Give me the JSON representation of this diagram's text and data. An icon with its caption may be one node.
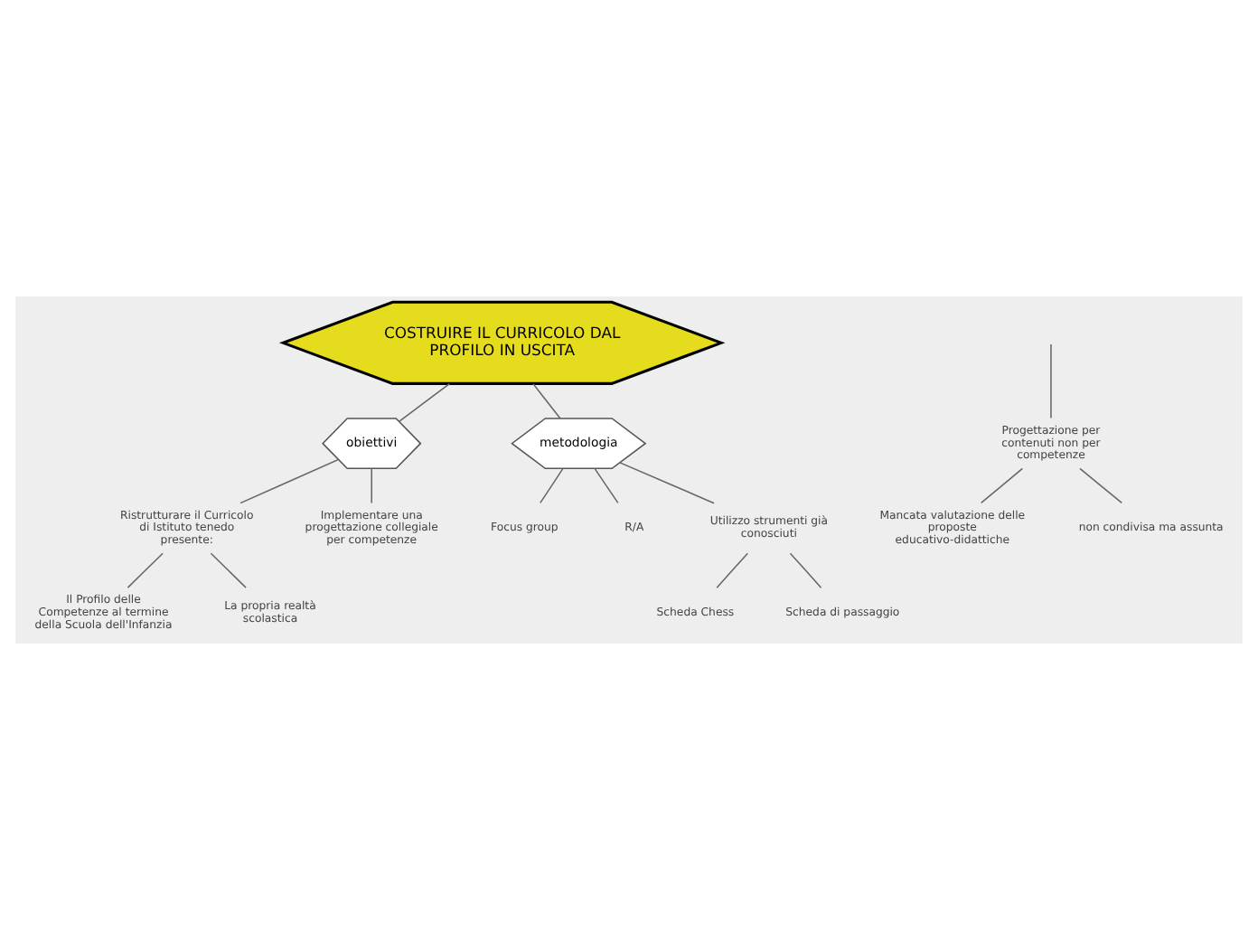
{
  "diagram": {
    "nodes": [
      {
        "text": [
          "COSTRUIRE IL CURRICOLO DAL PROFILO IN USCITA"
        ]
      },
      {
        "text": [
          "obiettivi"
        ]
      },
      {
        "text": [
          "metodologia"
        ]
      },
      {
        "text": [
          "Progettazione per contenuti non per competenze"
        ]
      },
      {
        "text": [
          "Mancata valutazione delle proposte educativo-didattiche"
        ]
      },
      {
        "text": [
          "non condivisa ma assunta"
        ]
      },
      {
        "text": [
          "Ristrutturare il Curricolo di Istituto tenedo presente:"
        ]
      },
      {
        "text": [
          "Il Profilo delle Competenze al termine della Scuola dell'Infanzia"
        ]
      },
      {
        "text": [
          "La propria realtà scolastica"
        ]
      },
      {
        "text": [
          "Implementare una progettazione collegiale per competenze"
        ]
      },
      {
        "text": [
          "Focus group"
        ]
      },
      {
        "text": [
          "R/A"
        ]
      },
      {
        "text": [
          "Utilizzo strumenti già conosciuti"
        ]
      },
      {
        "text": [
          "Scheda Chess"
        ]
      },
      {
        "text": [
          "Scheda di passaggio"
        ]
      }
    ],
    "edges": [
      {
        "from": 0,
        "to": 1,
        "arrow": "none"
      },
      {
        "from": 0,
        "to": 2,
        "arrow": "none"
      },
      {
        "from": null,
        "to": 3,
        "arrow": "none"
      },
      {
        "from": 3,
        "to": 4,
        "arrow": "none"
      },
      {
        "from": 3,
        "to": 5,
        "arrow": "none"
      },
      {
        "from": 1,
        "to": 6,
        "arrow": "none"
      },
      {
        "from": 1,
        "to": 9,
        "arrow": "none"
      },
      {
        "from": 6,
        "to": 7,
        "arrow": "none"
      },
      {
        "from": 6,
        "to": 8,
        "arrow": "none"
      },
      {
        "from": 2,
        "to": 10,
        "arrow": "none"
      },
      {
        "from": 2,
        "to": 11,
        "arrow": "none"
      },
      {
        "from": 2,
        "to": 12,
        "arrow": "none"
      },
      {
        "from": 12,
        "to": 13,
        "arrow": "none"
      },
      {
        "from": 12,
        "to": 14,
        "arrow": "none"
      }
    ]
  }
}
